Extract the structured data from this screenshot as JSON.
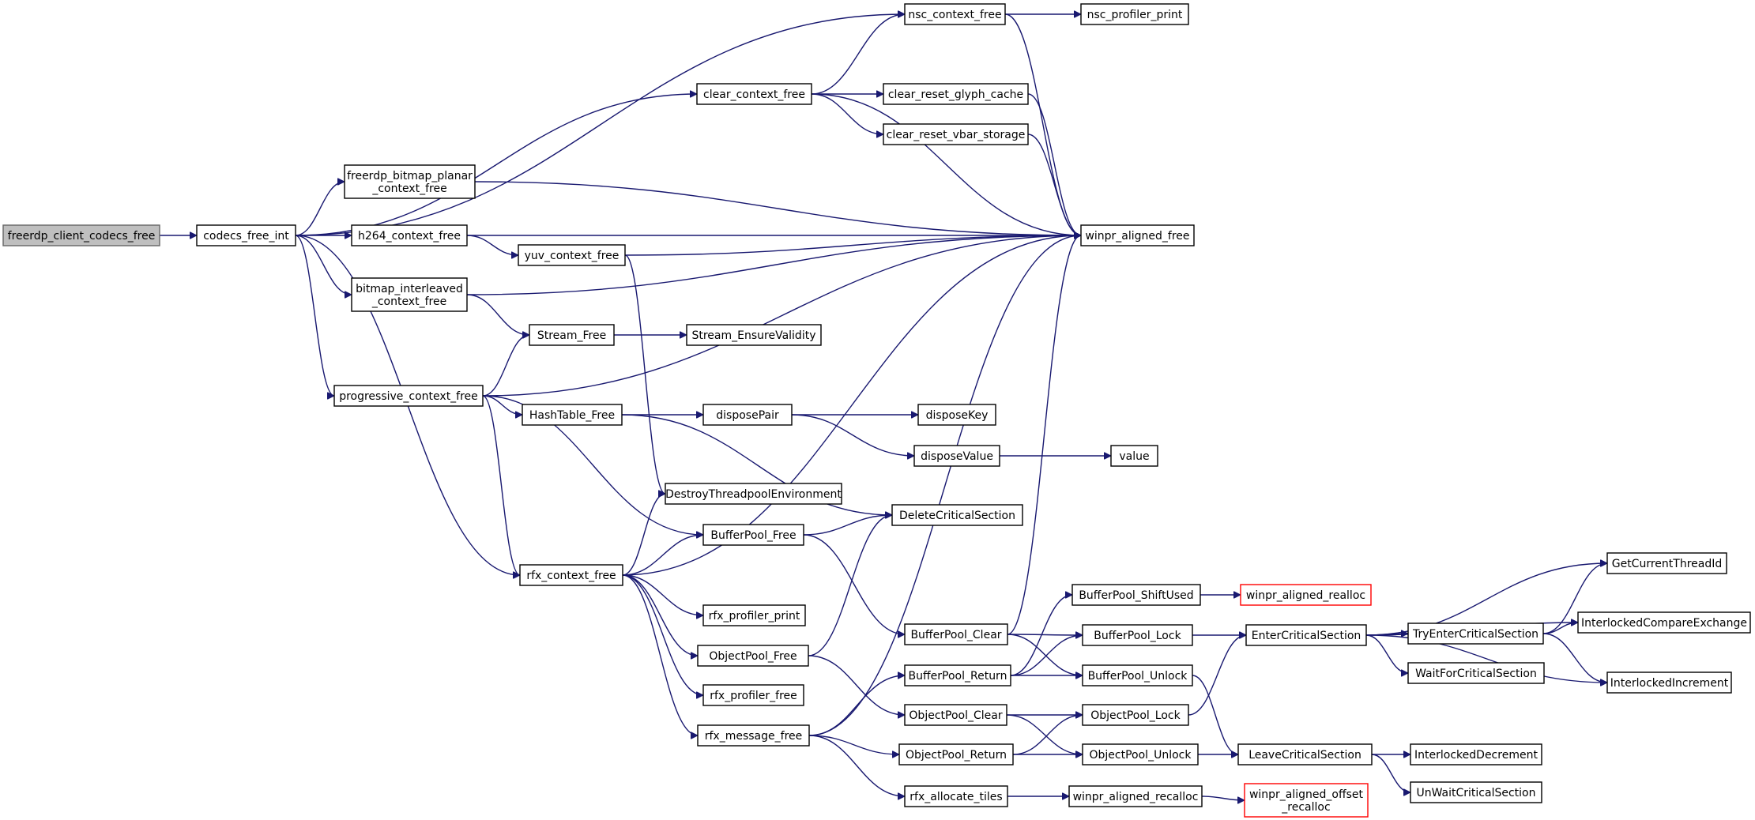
{
  "diagram": {
    "type": "call-graph",
    "colors": {
      "edge": "#191970",
      "node_border": "#000000",
      "root_fill": "#bfbfbf",
      "missing_border": "#ff0000"
    },
    "nodes": [
      {
        "id": "freerdp_client_codecs_free",
        "label": [
          "freerdp_client_codecs_free"
        ],
        "root": true
      },
      {
        "id": "codecs_free_int",
        "label": [
          "codecs_free_int"
        ]
      },
      {
        "id": "nsc_context_free",
        "label": [
          "nsc_context_free"
        ]
      },
      {
        "id": "nsc_profiler_print",
        "label": [
          "nsc_profiler_print"
        ]
      },
      {
        "id": "clear_context_free",
        "label": [
          "clear_context_free"
        ]
      },
      {
        "id": "clear_reset_glyph_cache",
        "label": [
          "clear_reset_glyph_cache"
        ]
      },
      {
        "id": "clear_reset_vbar_storage",
        "label": [
          "clear_reset_vbar_storage"
        ]
      },
      {
        "id": "freerdp_bitmap_planar_context_free",
        "label": [
          "freerdp_bitmap_planar",
          "_context_free"
        ]
      },
      {
        "id": "winpr_aligned_free",
        "label": [
          "winpr_aligned_free"
        ]
      },
      {
        "id": "h264_context_free",
        "label": [
          "h264_context_free"
        ]
      },
      {
        "id": "yuv_context_free",
        "label": [
          "yuv_context_free"
        ]
      },
      {
        "id": "bitmap_interleaved_context_free",
        "label": [
          "bitmap_interleaved",
          "_context_free"
        ]
      },
      {
        "id": "Stream_Free",
        "label": [
          "Stream_Free"
        ]
      },
      {
        "id": "Stream_EnsureValidity",
        "label": [
          "Stream_EnsureValidity"
        ]
      },
      {
        "id": "progressive_context_free",
        "label": [
          "progressive_context_free"
        ]
      },
      {
        "id": "HashTable_Free",
        "label": [
          "HashTable_Free"
        ]
      },
      {
        "id": "disposePair",
        "label": [
          "disposePair"
        ]
      },
      {
        "id": "disposeKey",
        "label": [
          "disposeKey"
        ]
      },
      {
        "id": "disposeValue",
        "label": [
          "disposeValue"
        ]
      },
      {
        "id": "value",
        "label": [
          "value"
        ]
      },
      {
        "id": "DestroyThreadpoolEnvironment",
        "label": [
          "DestroyThreadpoolEnvironment"
        ]
      },
      {
        "id": "DeleteCriticalSection",
        "label": [
          "DeleteCriticalSection"
        ]
      },
      {
        "id": "BufferPool_Free",
        "label": [
          "BufferPool_Free"
        ]
      },
      {
        "id": "rfx_context_free",
        "label": [
          "rfx_context_free"
        ]
      },
      {
        "id": "rfx_profiler_print",
        "label": [
          "rfx_profiler_print"
        ]
      },
      {
        "id": "ObjectPool_Free",
        "label": [
          "ObjectPool_Free"
        ]
      },
      {
        "id": "rfx_profiler_free",
        "label": [
          "rfx_profiler_free"
        ]
      },
      {
        "id": "rfx_message_free",
        "label": [
          "rfx_message_free"
        ]
      },
      {
        "id": "BufferPool_ShiftUsed",
        "label": [
          "BufferPool_ShiftUsed"
        ]
      },
      {
        "id": "winpr_aligned_realloc",
        "label": [
          "winpr_aligned_realloc"
        ],
        "missing": true
      },
      {
        "id": "BufferPool_Clear",
        "label": [
          "BufferPool_Clear"
        ]
      },
      {
        "id": "BufferPool_Lock",
        "label": [
          "BufferPool_Lock"
        ]
      },
      {
        "id": "BufferPool_Unlock",
        "label": [
          "BufferPool_Unlock"
        ]
      },
      {
        "id": "BufferPool_Return",
        "label": [
          "BufferPool_Return"
        ]
      },
      {
        "id": "EnterCriticalSection",
        "label": [
          "EnterCriticalSection"
        ]
      },
      {
        "id": "TryEnterCriticalSection",
        "label": [
          "TryEnterCriticalSection"
        ]
      },
      {
        "id": "GetCurrentThreadId",
        "label": [
          "GetCurrentThreadId"
        ]
      },
      {
        "id": "InterlockedCompareExchange",
        "label": [
          "InterlockedCompareExchange"
        ]
      },
      {
        "id": "WaitForCriticalSection",
        "label": [
          "WaitForCriticalSection"
        ]
      },
      {
        "id": "InterlockedIncrement",
        "label": [
          "InterlockedIncrement"
        ]
      },
      {
        "id": "ObjectPool_Clear",
        "label": [
          "ObjectPool_Clear"
        ]
      },
      {
        "id": "ObjectPool_Lock",
        "label": [
          "ObjectPool_Lock"
        ]
      },
      {
        "id": "ObjectPool_Return",
        "label": [
          "ObjectPool_Return"
        ]
      },
      {
        "id": "ObjectPool_Unlock",
        "label": [
          "ObjectPool_Unlock"
        ]
      },
      {
        "id": "LeaveCriticalSection",
        "label": [
          "LeaveCriticalSection"
        ]
      },
      {
        "id": "InterlockedDecrement",
        "label": [
          "InterlockedDecrement"
        ]
      },
      {
        "id": "UnWaitCriticalSection",
        "label": [
          "UnWaitCriticalSection"
        ]
      },
      {
        "id": "rfx_allocate_tiles",
        "label": [
          "rfx_allocate_tiles"
        ]
      },
      {
        "id": "winpr_aligned_recalloc",
        "label": [
          "winpr_aligned_recalloc"
        ]
      },
      {
        "id": "winpr_aligned_offset_recalloc",
        "label": [
          "winpr_aligned_offset",
          "_recalloc"
        ],
        "missing": true
      }
    ],
    "edges": [
      [
        "freerdp_client_codecs_free",
        "codecs_free_int"
      ],
      [
        "codecs_free_int",
        "nsc_context_free"
      ],
      [
        "codecs_free_int",
        "clear_context_free"
      ],
      [
        "codecs_free_int",
        "freerdp_bitmap_planar_context_free"
      ],
      [
        "codecs_free_int",
        "h264_context_free"
      ],
      [
        "codecs_free_int",
        "bitmap_interleaved_context_free"
      ],
      [
        "codecs_free_int",
        "progressive_context_free"
      ],
      [
        "codecs_free_int",
        "rfx_context_free"
      ],
      [
        "nsc_context_free",
        "nsc_profiler_print"
      ],
      [
        "nsc_context_free",
        "winpr_aligned_free"
      ],
      [
        "clear_context_free",
        "nsc_context_free"
      ],
      [
        "clear_context_free",
        "clear_reset_glyph_cache"
      ],
      [
        "clear_context_free",
        "clear_reset_vbar_storage"
      ],
      [
        "clear_context_free",
        "winpr_aligned_free"
      ],
      [
        "clear_reset_glyph_cache",
        "winpr_aligned_free"
      ],
      [
        "clear_reset_vbar_storage",
        "winpr_aligned_free"
      ],
      [
        "freerdp_bitmap_planar_context_free",
        "winpr_aligned_free"
      ],
      [
        "h264_context_free",
        "winpr_aligned_free"
      ],
      [
        "h264_context_free",
        "yuv_context_free"
      ],
      [
        "yuv_context_free",
        "winpr_aligned_free"
      ],
      [
        "yuv_context_free",
        "DestroyThreadpoolEnvironment"
      ],
      [
        "bitmap_interleaved_context_free",
        "winpr_aligned_free"
      ],
      [
        "bitmap_interleaved_context_free",
        "Stream_Free"
      ],
      [
        "Stream_Free",
        "Stream_EnsureValidity"
      ],
      [
        "progressive_context_free",
        "Stream_Free"
      ],
      [
        "progressive_context_free",
        "winpr_aligned_free"
      ],
      [
        "progressive_context_free",
        "HashTable_Free"
      ],
      [
        "progressive_context_free",
        "BufferPool_Free"
      ],
      [
        "progressive_context_free",
        "rfx_context_free"
      ],
      [
        "HashTable_Free",
        "disposePair"
      ],
      [
        "HashTable_Free",
        "DeleteCriticalSection"
      ],
      [
        "disposePair",
        "disposeKey"
      ],
      [
        "disposePair",
        "disposeValue"
      ],
      [
        "disposeValue",
        "value"
      ],
      [
        "rfx_context_free",
        "DestroyThreadpoolEnvironment"
      ],
      [
        "rfx_context_free",
        "BufferPool_Free"
      ],
      [
        "rfx_context_free",
        "winpr_aligned_free"
      ],
      [
        "rfx_context_free",
        "rfx_profiler_print"
      ],
      [
        "rfx_context_free",
        "ObjectPool_Free"
      ],
      [
        "rfx_context_free",
        "rfx_profiler_free"
      ],
      [
        "rfx_context_free",
        "rfx_message_free"
      ],
      [
        "BufferPool_Free",
        "DeleteCriticalSection"
      ],
      [
        "BufferPool_Free",
        "BufferPool_Clear"
      ],
      [
        "ObjectPool_Free",
        "DeleteCriticalSection"
      ],
      [
        "ObjectPool_Free",
        "ObjectPool_Clear"
      ],
      [
        "rfx_message_free",
        "winpr_aligned_free"
      ],
      [
        "rfx_message_free",
        "BufferPool_Return"
      ],
      [
        "rfx_message_free",
        "ObjectPool_Return"
      ],
      [
        "rfx_message_free",
        "rfx_allocate_tiles"
      ],
      [
        "BufferPool_Clear",
        "winpr_aligned_free"
      ],
      [
        "BufferPool_Clear",
        "BufferPool_Lock"
      ],
      [
        "BufferPool_Clear",
        "BufferPool_Unlock"
      ],
      [
        "BufferPool_Return",
        "BufferPool_ShiftUsed"
      ],
      [
        "BufferPool_Return",
        "BufferPool_Lock"
      ],
      [
        "BufferPool_Return",
        "BufferPool_Unlock"
      ],
      [
        "BufferPool_ShiftUsed",
        "winpr_aligned_realloc"
      ],
      [
        "BufferPool_Lock",
        "EnterCriticalSection"
      ],
      [
        "BufferPool_Unlock",
        "LeaveCriticalSection"
      ],
      [
        "EnterCriticalSection",
        "GetCurrentThreadId"
      ],
      [
        "EnterCriticalSection",
        "InterlockedCompareExchange"
      ],
      [
        "EnterCriticalSection",
        "TryEnterCriticalSection"
      ],
      [
        "EnterCriticalSection",
        "WaitForCriticalSection"
      ],
      [
        "EnterCriticalSection",
        "InterlockedIncrement"
      ],
      [
        "TryEnterCriticalSection",
        "GetCurrentThreadId"
      ],
      [
        "TryEnterCriticalSection",
        "InterlockedCompareExchange"
      ],
      [
        "TryEnterCriticalSection",
        "InterlockedIncrement"
      ],
      [
        "ObjectPool_Clear",
        "ObjectPool_Lock"
      ],
      [
        "ObjectPool_Clear",
        "ObjectPool_Unlock"
      ],
      [
        "ObjectPool_Return",
        "ObjectPool_Lock"
      ],
      [
        "ObjectPool_Return",
        "ObjectPool_Unlock"
      ],
      [
        "ObjectPool_Lock",
        "EnterCriticalSection"
      ],
      [
        "ObjectPool_Unlock",
        "LeaveCriticalSection"
      ],
      [
        "LeaveCriticalSection",
        "InterlockedDecrement"
      ],
      [
        "LeaveCriticalSection",
        "UnWaitCriticalSection"
      ],
      [
        "rfx_allocate_tiles",
        "winpr_aligned_recalloc"
      ],
      [
        "winpr_aligned_recalloc",
        "winpr_aligned_offset_recalloc"
      ]
    ]
  }
}
